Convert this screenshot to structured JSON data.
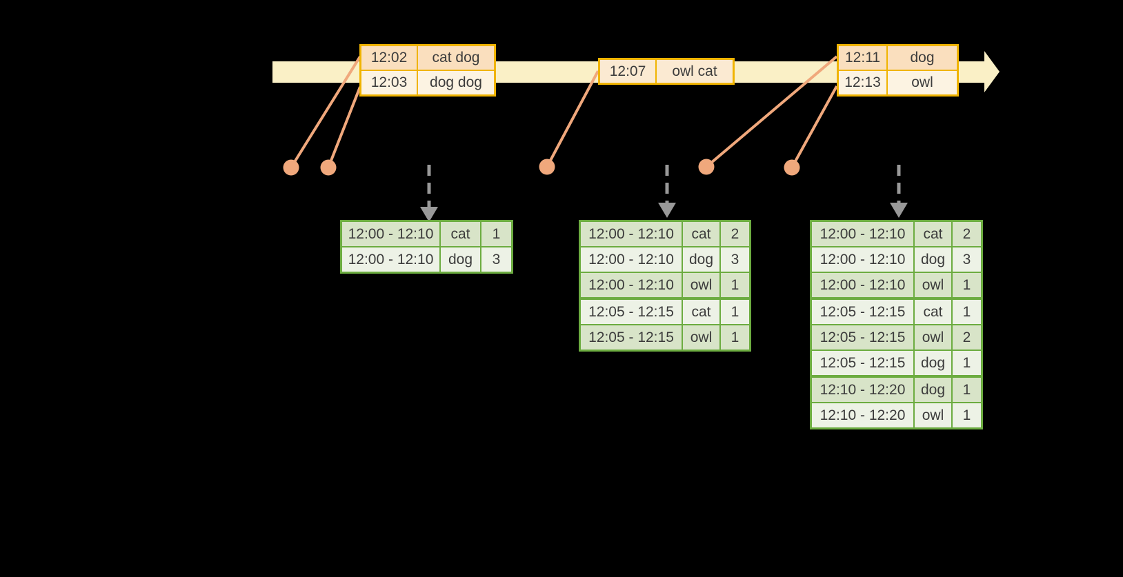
{
  "colors": {
    "background": "#000000",
    "timeline_fill": "#FAF0C6",
    "event_table_border": "#F0B400",
    "event_row_peach": "#FADFBE",
    "event_row_cream": "#FCF3E2",
    "result_table_border": "#6CAC40",
    "result_row_dark": "#D8E4C8",
    "result_row_light": "#EDF2E6",
    "connector_salmon": "#F0A87C",
    "trigger_arrow_gray": "#999999",
    "table_text": "#3C3C3C"
  },
  "event_tables": [
    {
      "rows": [
        {
          "time": "12:02",
          "words": "cat dog"
        },
        {
          "time": "12:03",
          "words": "dog dog"
        }
      ]
    },
    {
      "rows": [
        {
          "time": "12:07",
          "words": "owl cat"
        }
      ]
    },
    {
      "rows": [
        {
          "time": "12:11",
          "words": "dog"
        },
        {
          "time": "12:13",
          "words": "owl"
        }
      ]
    }
  ],
  "result_tables": [
    {
      "rows": [
        {
          "window": "12:00 - 12:10",
          "word": "cat",
          "count": "1"
        },
        {
          "window": "12:00 - 12:10",
          "word": "dog",
          "count": "3"
        }
      ]
    },
    {
      "rows": [
        {
          "window": "12:00 - 12:10",
          "word": "cat",
          "count": "2"
        },
        {
          "window": "12:00 - 12:10",
          "word": "dog",
          "count": "3"
        },
        {
          "window": "12:00 - 12:10",
          "word": "owl",
          "count": "1"
        },
        {
          "window": "12:05 - 12:15",
          "word": "cat",
          "count": "1"
        },
        {
          "window": "12:05 - 12:15",
          "word": "owl",
          "count": "1"
        }
      ]
    },
    {
      "rows": [
        {
          "window": "12:00 - 12:10",
          "word": "cat",
          "count": "2"
        },
        {
          "window": "12:00 - 12:10",
          "word": "dog",
          "count": "3"
        },
        {
          "window": "12:00 - 12:10",
          "word": "owl",
          "count": "1"
        },
        {
          "window": "12:05 - 12:15",
          "word": "cat",
          "count": "1"
        },
        {
          "window": "12:05 - 12:15",
          "word": "owl",
          "count": "2"
        },
        {
          "window": "12:05 - 12:15",
          "word": "dog",
          "count": "1"
        },
        {
          "window": "12:10 - 12:20",
          "word": "dog",
          "count": "1"
        },
        {
          "window": "12:10 - 12:20",
          "word": "owl",
          "count": "1"
        }
      ]
    }
  ]
}
